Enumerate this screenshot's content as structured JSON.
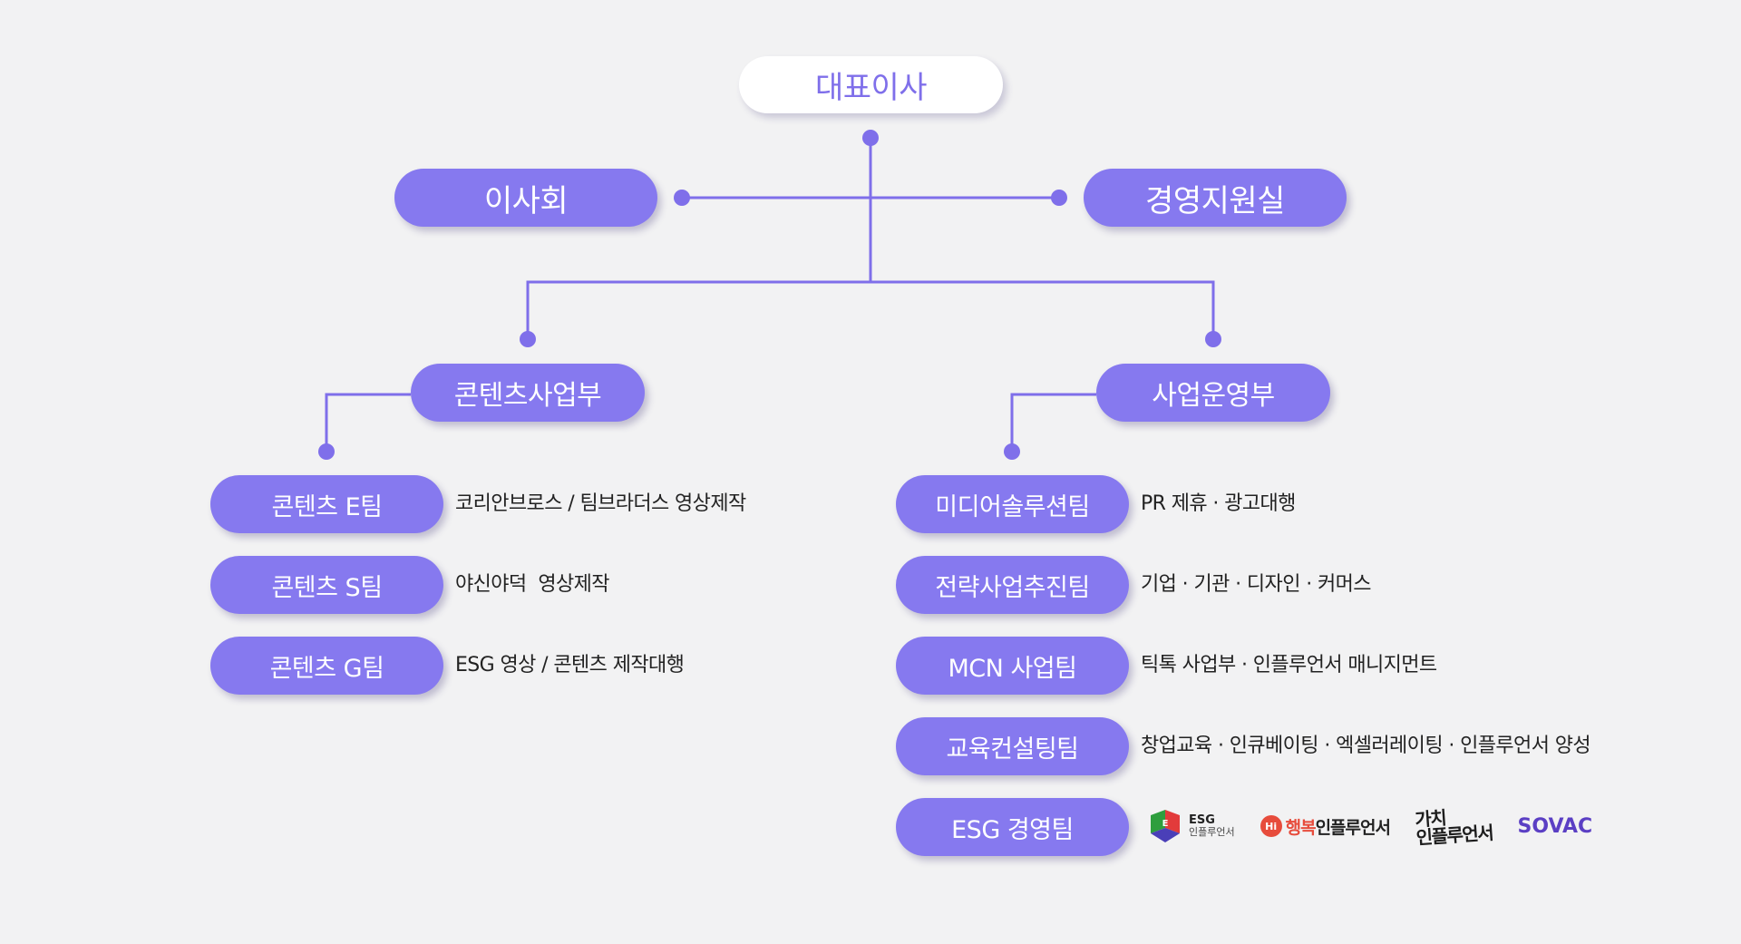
{
  "ceo": {
    "label": "대표이사"
  },
  "board": {
    "label": "이사회"
  },
  "management_support": {
    "label": "경영지원실"
  },
  "divisions": {
    "content": {
      "label": "콘텐츠사업부",
      "teams": [
        {
          "label": "콘텐츠 E팀",
          "desc": "코리안브로스 / 팀브라더스 영상제작"
        },
        {
          "label": "콘텐츠 S팀",
          "desc": "야신야덕  영상제작"
        },
        {
          "label": "콘텐츠 G팀",
          "desc": "ESG 영상 / 콘텐츠 제작대행"
        }
      ]
    },
    "operations": {
      "label": "사업운영부",
      "teams": [
        {
          "label": "미디어솔루션팀",
          "desc": "PR 제휴 · 광고대행"
        },
        {
          "label": "전략사업추진팀",
          "desc": "기업 · 기관 · 디자인 · 커머스"
        },
        {
          "label": "MCN 사업팀",
          "desc": "틱톡 사업부 · 인플루언서 매니지먼트"
        },
        {
          "label": "교육컨설팅팀",
          "desc": "창업교육 · 인큐베이팅 · 엑셀러레이팅 · 인플루언서 양성"
        },
        {
          "label": "ESG 경영팀",
          "desc": ""
        }
      ]
    }
  },
  "logos": {
    "esg": {
      "line1": "ESG",
      "line2": "인플루언서",
      "icon": "esg-influencer-logo"
    },
    "happy": {
      "badge": "Hi",
      "part1": "행복",
      "part2": "인플루언서"
    },
    "value": {
      "line1": "가치",
      "line2": "인플루언서"
    },
    "sovac": {
      "label": "SOVAC"
    }
  },
  "colors": {
    "accent": "#8679ef",
    "line": "#7f6fea",
    "ceo_text": "#7f6fea",
    "background": "#f2f2f3"
  }
}
